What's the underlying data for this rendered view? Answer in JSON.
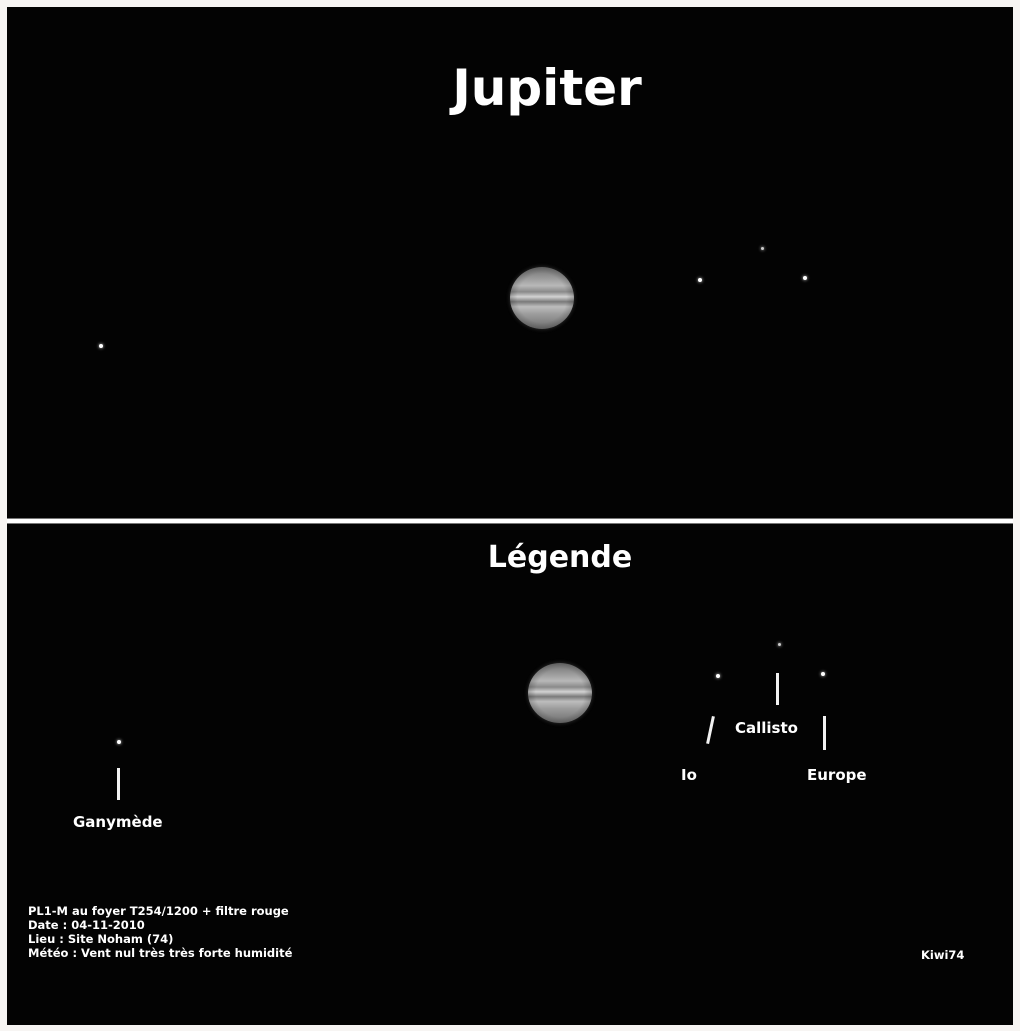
{
  "top_panel": {
    "title": "Jupiter"
  },
  "bottom_panel": {
    "title": "Légende",
    "moons": [
      {
        "name": "Ganymède"
      },
      {
        "name": "Io"
      },
      {
        "name": "Callisto"
      },
      {
        "name": "Europe"
      }
    ],
    "info": {
      "line1": "PL1-M au foyer T254/1200 + filtre rouge",
      "line2": "Date : 04-11-2010",
      "line3": "Lieu : Site Noham (74)",
      "line4": "Météo : Vent nul très très forte humidité"
    },
    "credit": "Kiwi74"
  }
}
